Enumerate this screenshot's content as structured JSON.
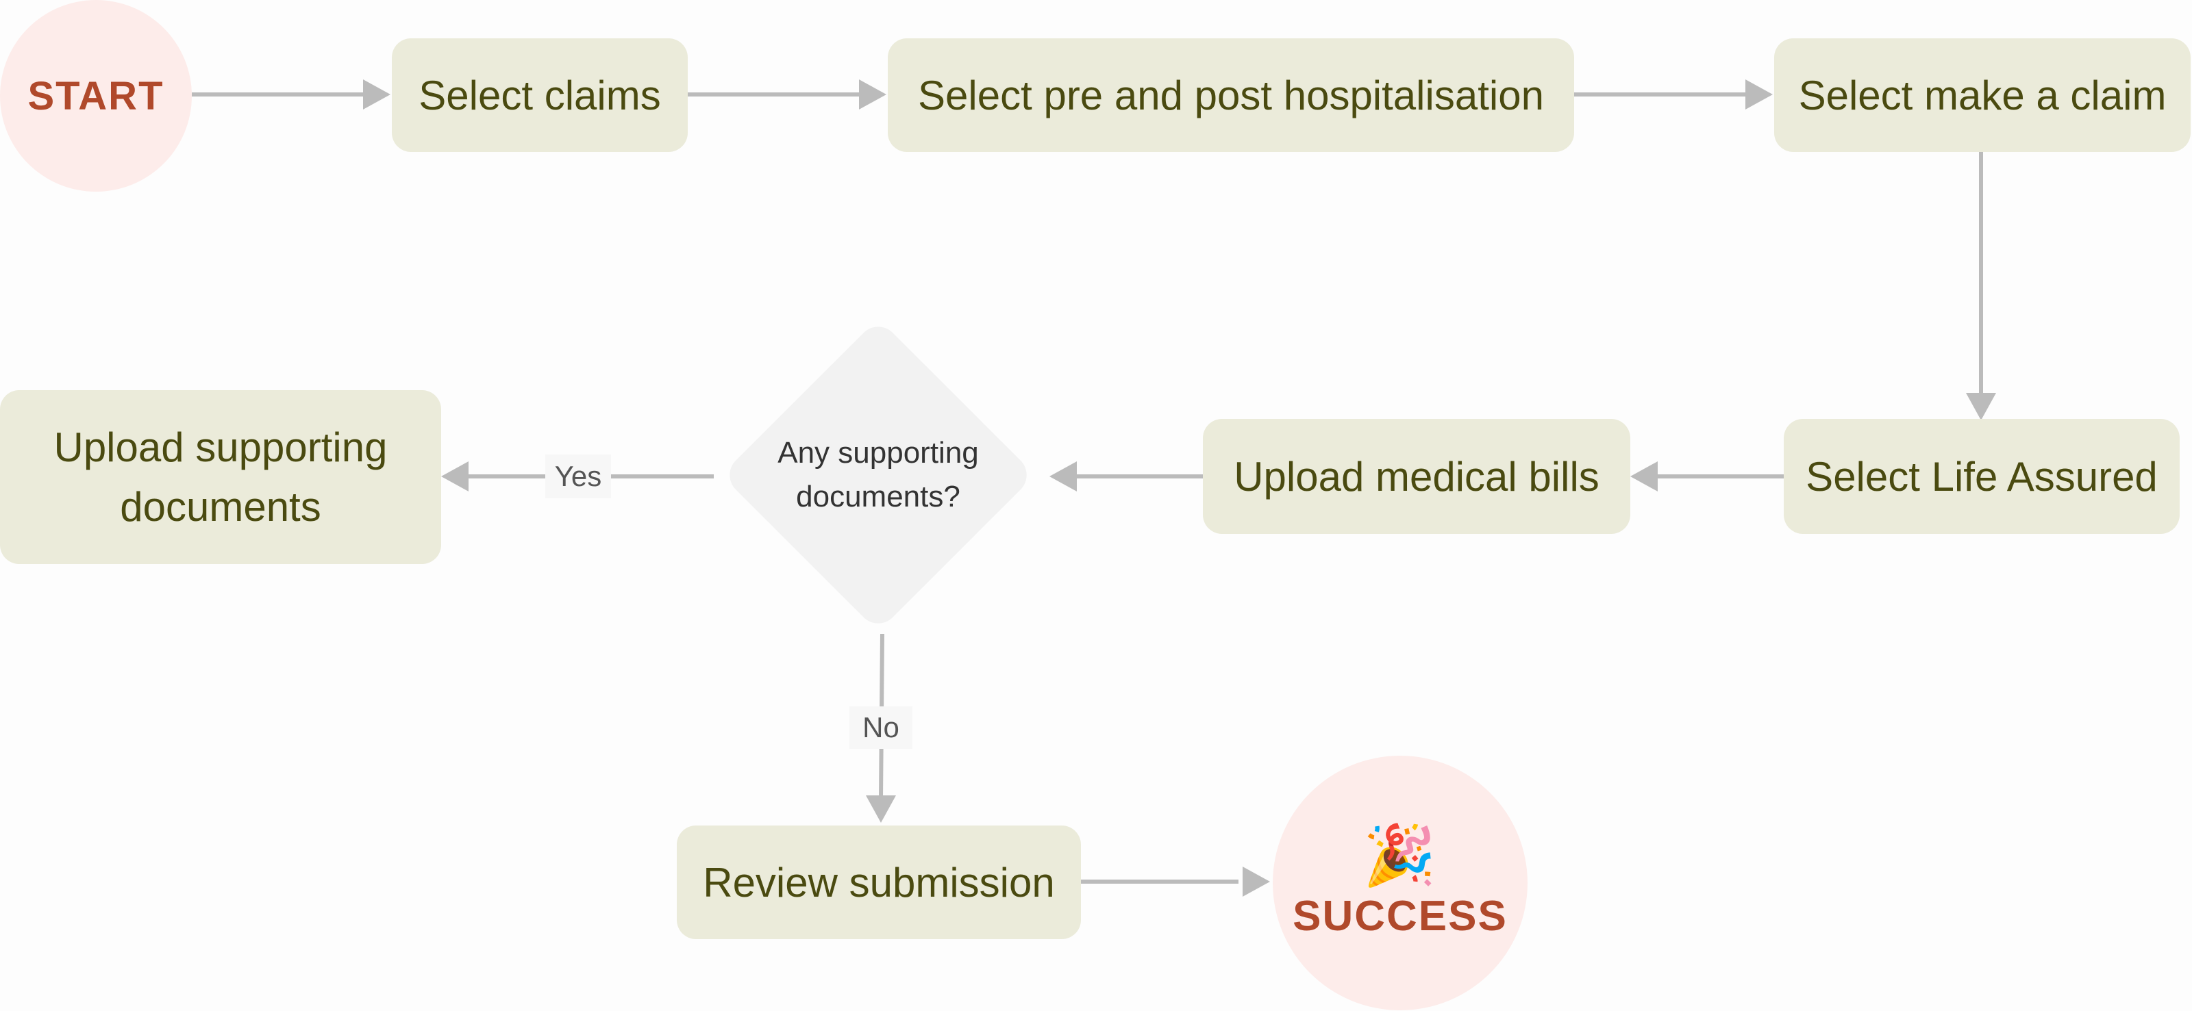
{
  "diagram": {
    "start_label": "START",
    "success_label": "SUCCESS",
    "success_icon": "party-popper-icon",
    "steps": {
      "select_claims": "Select claims",
      "select_pre_post": "Select pre and post hospitalisation",
      "select_make_claim": "Select make a claim",
      "select_life_assured": "Select Life Assured",
      "upload_medical_bills": "Upload medical bills",
      "upload_supporting_line1": "Upload supporting",
      "upload_supporting_line2": "documents",
      "review_submission": "Review submission"
    },
    "decision": {
      "line1": "Any supporting",
      "line2": "documents?",
      "yes_label": "Yes",
      "no_label": "No"
    },
    "colors": {
      "step_fill": "#ebebda",
      "step_text": "#4a4a10",
      "terminal_fill": "#fdecea",
      "terminal_text": "#b0492b",
      "decision_fill": "#f2f2f2",
      "connector": "#bbbbbb"
    }
  }
}
